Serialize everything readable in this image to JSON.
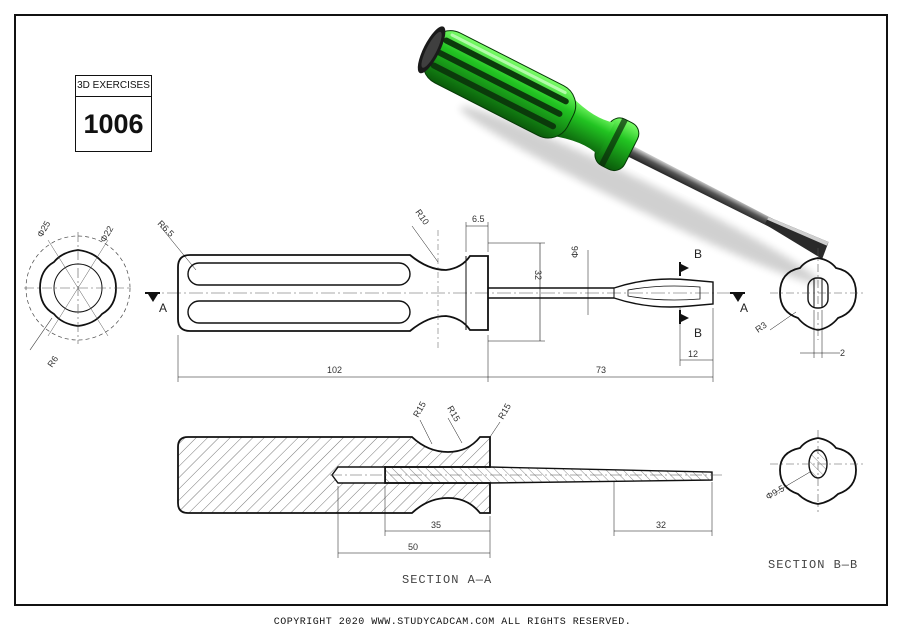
{
  "title_block": {
    "label": "3D EXERCISES",
    "number": "1006"
  },
  "copyright": "COPYRIGHT  2020 WWW.STUDYCADCAM.COM ALL RIGHTS RESERVED.",
  "colors": {
    "handle": "#22c422",
    "shaft": "#555555",
    "line": "#111111"
  },
  "dims": {
    "d25": "Φ25",
    "d22": "Φ22",
    "r6_end": "R6",
    "r65": "R6.5",
    "r10": "R10",
    "w65": "6.5",
    "h32": "32",
    "d6": "Φ6",
    "r3": "R3",
    "w2": "2",
    "w12": "12",
    "l102": "102",
    "l73": "73",
    "r15a": "R15",
    "r15b": "R15",
    "r15c": "R15",
    "d95": "Φ9.5",
    "l35": "35",
    "l50": "50",
    "l32": "32"
  },
  "cut_labels": {
    "a1": "A",
    "a2": "A",
    "b1": "B",
    "b2": "B"
  },
  "sections": {
    "aa": "SECTION A—A",
    "bb": "SECTION B—B"
  }
}
